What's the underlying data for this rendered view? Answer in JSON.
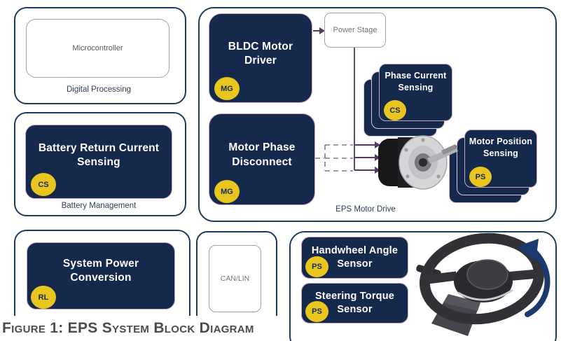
{
  "caption": "Figure 1: EPS System Block Diagram",
  "colors": {
    "block_navy": "#15294d",
    "container_border": "#1d3b60",
    "badge_yellow": "#e9c51f",
    "block_border_pink": "#c9a3c9",
    "arrow_purple": "#533863",
    "dashed_line": "#837a8d",
    "rotation_arrow_navy": "#1c3a6d",
    "label_text": "#2e3e58",
    "muted_text": "#757575"
  },
  "digital_processing": {
    "label": "Digital Processing",
    "chip": "Microcontroller"
  },
  "battery_management": {
    "label": "Battery Management",
    "block": {
      "title": "Battery Return Current Sensing",
      "badge": "CS"
    }
  },
  "power_conversion": {
    "block": {
      "title": "System Power Conversion",
      "badge": "RL"
    }
  },
  "eps_motor_drive": {
    "label": "EPS Motor Drive",
    "bldc": {
      "title": "BLDC Motor Driver",
      "badge": "MG"
    },
    "power_stage": "Power Stage",
    "phase_current": {
      "title": "Phase Current Sensing",
      "badge": "CS"
    },
    "motor_phase": {
      "title": "Motor Phase Disconnect",
      "badge": "MG"
    },
    "motor_position": {
      "title": "Motor Position Sensing",
      "badge": "PS"
    },
    "motor_image_icon": "bldc-motor-photo"
  },
  "comms": {
    "chip": "CAN/LIN"
  },
  "steering_sensors": {
    "handwheel": {
      "title": "Handwheel Angle Sensor",
      "badge": "PS"
    },
    "torque": {
      "title": "Steering Torque Sensor",
      "badge": "PS"
    },
    "wheel_image_icon": "steering-wheel-photo",
    "rotation_icon": "rotation-arrow"
  }
}
